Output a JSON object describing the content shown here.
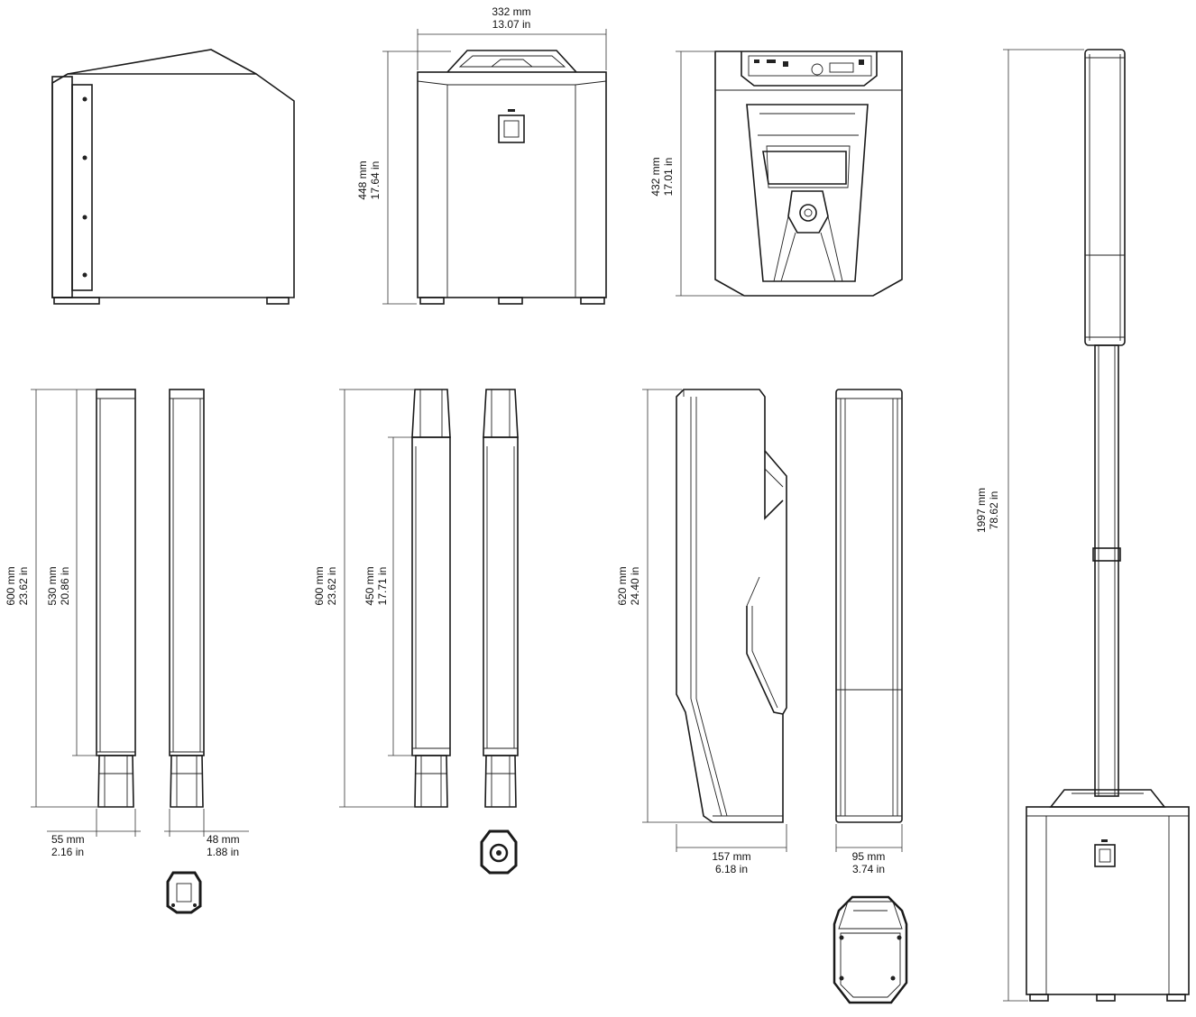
{
  "figure": {
    "caption": "",
    "dimensions": {
      "subwoofer_width": [
        "332 mm",
        "13.07 in"
      ],
      "subwoofer_height": [
        "448 mm",
        "17.64 in"
      ],
      "subwoofer_rear_height": [
        "432 mm",
        "17.01 in"
      ],
      "column1_height": [
        "600 mm",
        "23.62 in"
      ],
      "column1_inner_height": [
        "530 mm",
        "20.86 in"
      ],
      "column1_width_a": [
        "55 mm",
        "2.16 in"
      ],
      "column1_width_b": [
        "48 mm",
        "1.88 in"
      ],
      "column2_height": [
        "600 mm",
        "23.62 in"
      ],
      "column2_inner_height": [
        "450 mm",
        "17.71 in"
      ],
      "column3_height": [
        "620 mm",
        "24.40 in"
      ],
      "column3_depth": [
        "157 mm",
        "6.18 in"
      ],
      "column3_width": [
        "95 mm",
        "3.74 in"
      ],
      "total_height": [
        "1997 mm",
        "78.62 in"
      ]
    }
  }
}
